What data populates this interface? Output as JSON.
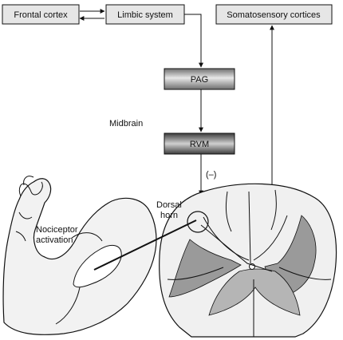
{
  "boxes": {
    "frontal_cortex": "Frontal cortex",
    "limbic_system": "Limbic system",
    "somatosensory_cortices": "Somatosensory cortices",
    "pag": "PAG",
    "rvm": "RVM"
  },
  "labels": {
    "midbrain": "Midbrain",
    "inhibition": "(–)",
    "dorsal_horn_line1": "Dorsal",
    "dorsal_horn_line2": "horn",
    "nociceptor_line1": "Nociceptor",
    "nociceptor_line2": "activation"
  },
  "colors": {
    "box_fill": "#e6e6e6",
    "gray_matter": "#9a9a9a",
    "white_matter": "#f0f0f0",
    "outline": "#111111"
  }
}
